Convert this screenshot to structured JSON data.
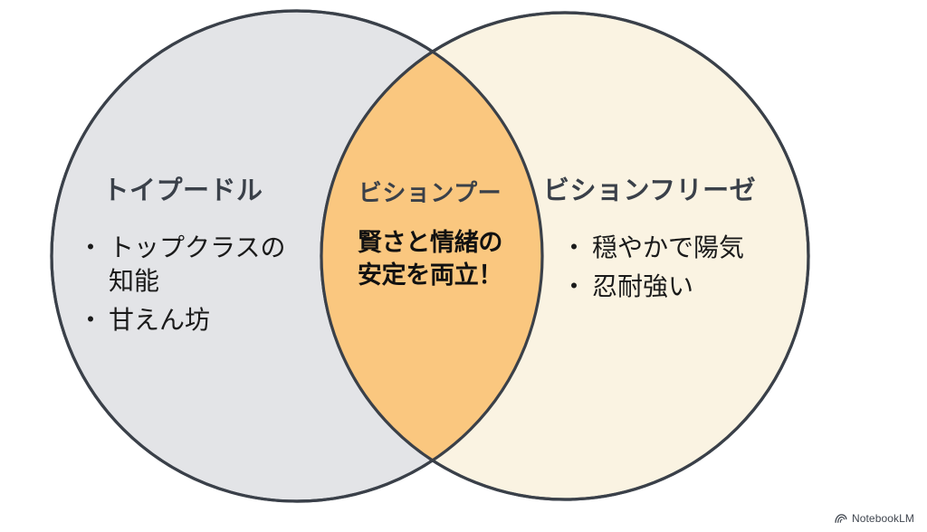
{
  "diagram": {
    "type": "venn",
    "title_visible": false,
    "colors": {
      "left_fill": "#e3e4e7",
      "right_fill": "#faf3e2",
      "intersection_fill": "#fac77f",
      "stroke": "#3a4049",
      "title_text": "#3a4049",
      "body_text": "#1a1a1a",
      "center_text": "#111111",
      "background": "#ffffff"
    },
    "left": {
      "title": "トイプードル",
      "bullets": [
        "トップクラスの知能",
        "甘えん坊"
      ],
      "bullet_marker": "・"
    },
    "center": {
      "title": "ビションプー",
      "body": "賢さと情緒の安定を両立！",
      "body_lines": [
        "賢さと情緒の",
        "安定を両立！"
      ]
    },
    "right": {
      "title": "ビションフリーゼ",
      "bullets": [
        "穏やかで陽気",
        "忍耐強い"
      ],
      "bullet_marker": "・"
    }
  },
  "watermark": {
    "label": "NotebookLM",
    "icon": "notebooklm-logo-icon"
  }
}
